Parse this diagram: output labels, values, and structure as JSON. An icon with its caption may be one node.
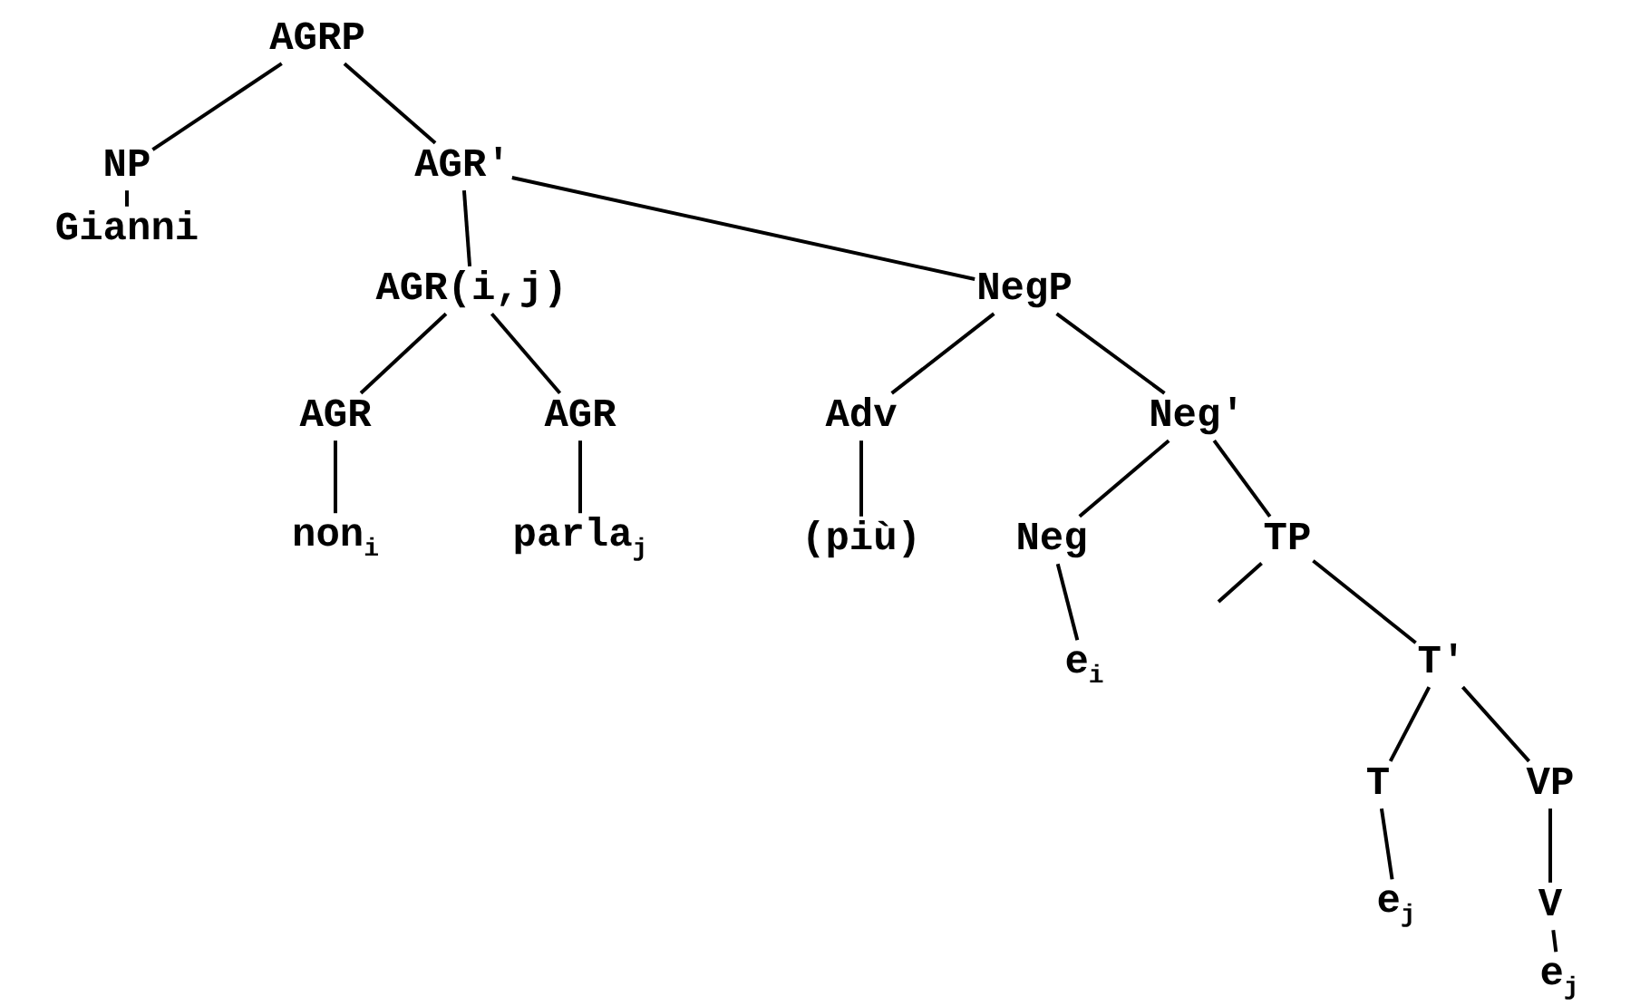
{
  "diagram": {
    "nodes": [
      {
        "text": [
          "AGRP"
        ]
      },
      {
        "text": [
          "NP"
        ]
      },
      {
        "text": [
          "AGR'"
        ]
      },
      {
        "text": [
          "Gianni"
        ]
      },
      {
        "text": [
          "AGR(i,j)"
        ]
      },
      {
        "text": [
          "NegP"
        ]
      },
      {
        "text": [
          "AGR"
        ]
      },
      {
        "text": [
          "AGR"
        ]
      },
      {
        "text": [
          "non$_{i}$"
        ]
      },
      {
        "text": [
          "parla$_{j}$"
        ]
      },
      {
        "text": [
          "Adv"
        ]
      },
      {
        "text": [
          "Neg'"
        ]
      },
      {
        "text": [
          "(più)"
        ]
      },
      {
        "text": [
          "Neg"
        ]
      },
      {
        "text": [
          "TP"
        ]
      },
      {
        "text": [
          "e$_{i}$"
        ]
      },
      {
        "text": [
          "T'"
        ]
      },
      {
        "text": [
          "T"
        ]
      },
      {
        "text": [
          "VP"
        ]
      },
      {
        "text": [
          "e$_{j}$"
        ]
      },
      {
        "text": [
          "V"
        ]
      },
      {
        "text": [
          "e$_{j}$"
        ]
      }
    ],
    "edges": [
      {
        "from": 0,
        "to": 1,
        "arrow": "none"
      },
      {
        "from": 0,
        "to": 2,
        "arrow": "none"
      },
      {
        "from": 1,
        "to": 3,
        "arrow": "none"
      },
      {
        "from": 2,
        "to": 4,
        "arrow": "none"
      },
      {
        "from": 2,
        "to": 5,
        "arrow": "none"
      },
      {
        "from": 4,
        "to": 6,
        "arrow": "none"
      },
      {
        "from": 4,
        "to": 7,
        "arrow": "none"
      },
      {
        "from": 6,
        "to": 8,
        "arrow": "none"
      },
      {
        "from": 7,
        "to": 9,
        "arrow": "none"
      },
      {
        "from": 5,
        "to": 10,
        "arrow": "none"
      },
      {
        "from": 5,
        "to": 11,
        "arrow": "none"
      },
      {
        "from": 10,
        "to": 12,
        "arrow": "none"
      },
      {
        "from": 11,
        "to": 13,
        "arrow": "none"
      },
      {
        "from": 11,
        "to": 14,
        "arrow": "none"
      },
      {
        "from": 13,
        "to": 15,
        "arrow": "none"
      },
      {
        "from": 14,
        "to": null,
        "arrow": "none"
      },
      {
        "from": 14,
        "to": 16,
        "arrow": "none"
      },
      {
        "from": 16,
        "to": 17,
        "arrow": "none"
      },
      {
        "from": 16,
        "to": 18,
        "arrow": "none"
      },
      {
        "from": 17,
        "to": 19,
        "arrow": "none"
      },
      {
        "from": 18,
        "to": 20,
        "arrow": "none"
      },
      {
        "from": 20,
        "to": 21,
        "arrow": "none"
      }
    ]
  }
}
